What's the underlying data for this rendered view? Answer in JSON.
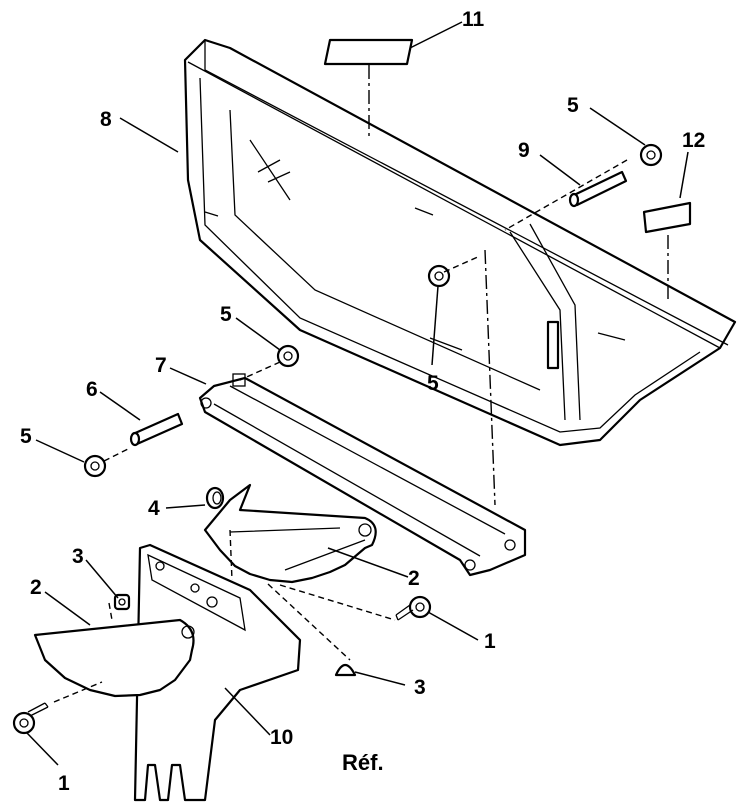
{
  "callouts": {
    "c11": "11",
    "c8": "8",
    "c5a": "5",
    "c9": "9",
    "c12": "12",
    "c5b": "5",
    "c5c": "5",
    "c7": "7",
    "c6": "6",
    "c5d": "5",
    "c4": "4",
    "c3a": "3",
    "c2a": "2",
    "c2b": "2",
    "c1a": "1",
    "c3b": "3",
    "c10": "10",
    "c1b": "1"
  },
  "reference_label": "Réf."
}
